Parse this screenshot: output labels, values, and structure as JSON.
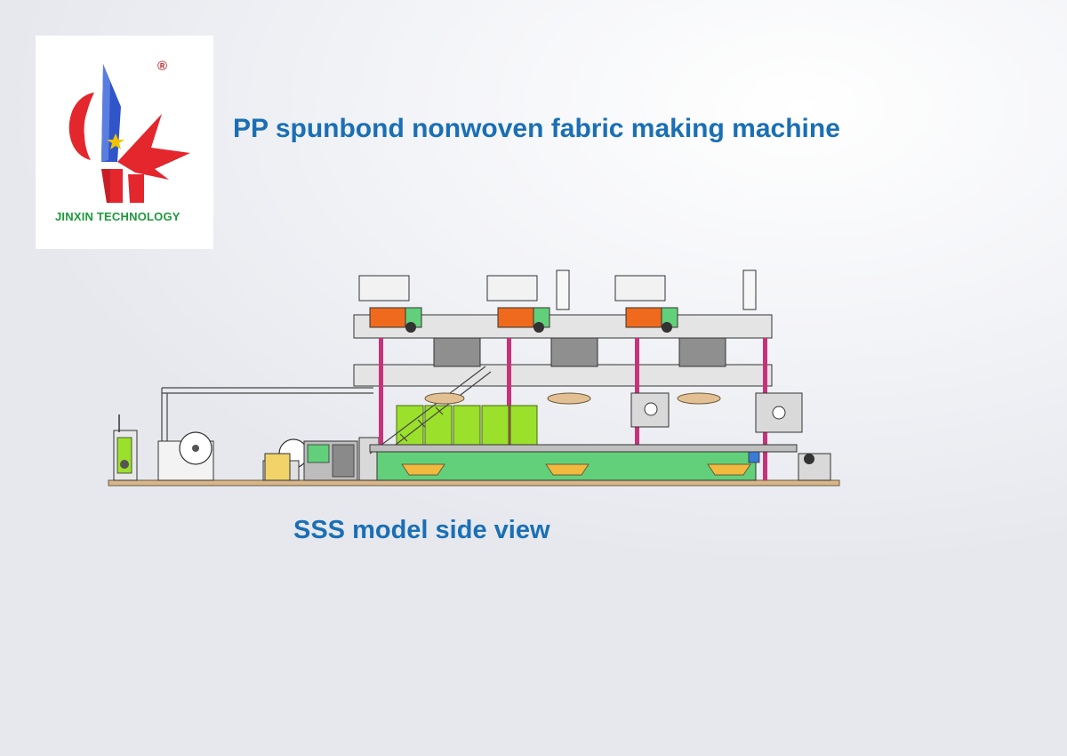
{
  "logo": {
    "registered_mark": "®",
    "company_name": "JINXIN TECHNOLOGY",
    "colors": {
      "blue": "#2f55c9",
      "red": "#e3272d",
      "green": "#1c9a3a",
      "gold": "#f2c200"
    }
  },
  "title": "PP spunbond nonwoven fabric making machine",
  "caption": "SSS model side view",
  "colors": {
    "title_blue": "#1a6fb5",
    "tank_green": "#9be02b",
    "frame_green": "#62d07a",
    "column_magenta": "#c8327a",
    "extruder_orange": "#ef6a1c",
    "duct_tan": "#e3bf94",
    "hopper_gold": "#f1b93d",
    "panel_gray": "#d9d9d9",
    "floor_tan": "#d8b58a"
  }
}
